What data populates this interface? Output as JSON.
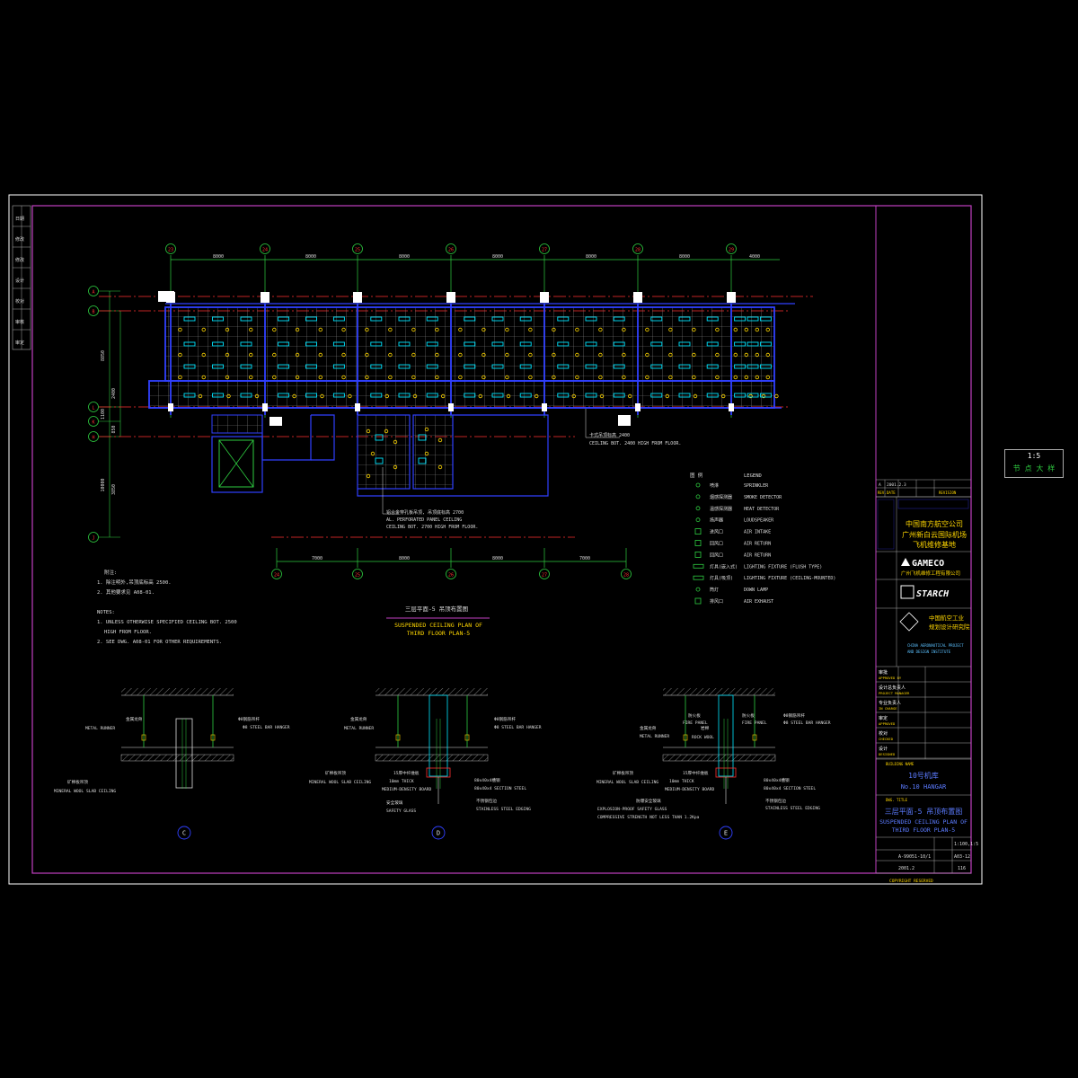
{
  "grid_top": [
    "23",
    "24",
    "25",
    "26",
    "27",
    "28",
    "29"
  ],
  "grid_top_dims": [
    "8000",
    "8000",
    "8000",
    "8000",
    "8000",
    "8000",
    "4000"
  ],
  "grid_bottom": [
    "24",
    "25",
    "26",
    "27",
    "28"
  ],
  "grid_bottom_dims": [
    "7000",
    "8000",
    "8000",
    "7000"
  ],
  "grid_left": [
    "A",
    "B",
    "L",
    "K",
    "H",
    "J"
  ],
  "left_dims": [
    "8850",
    "2400",
    "1100",
    "850",
    "10000",
    "3850"
  ],
  "callouts": {
    "ceiling_2400_cn": "卡式吊顶标高 2400",
    "ceiling_2400_en": "CEILING BOT. 2400 HIGH FROM FLOOR.",
    "perf_cn": "铝合金穿孔板吊顶, 吊顶底标高 2700",
    "perf_en1": "AL. PERFORATED PANEL CEILING",
    "perf_en2": "CEILING BOT. 2700 HIGH FROM FLOOR."
  },
  "legend": {
    "header": [
      "图 例",
      "LEGEND"
    ],
    "items": [
      {
        "cn": "喷淋",
        "en": "SPRINKLER"
      },
      {
        "cn": "烟感探测器",
        "en": "SMOKE DETECTOR"
      },
      {
        "cn": "温感探测器",
        "en": "HEAT DETECTOR"
      },
      {
        "cn": "扬声器",
        "en": "LOUDSPEAKER"
      },
      {
        "cn": "进风口",
        "en": "AIR INTAKE"
      },
      {
        "cn": "回风口",
        "en": "AIR RETURN"
      },
      {
        "cn": "回风口",
        "en": "AIR RETURN"
      },
      {
        "cn": "灯具(嵌入式)",
        "en": "LIGHTING FIXTURE (FLUSH TYPE)"
      },
      {
        "cn": "灯具(吸顶)",
        "en": "LIGHTING FIXTURE (CEILING-MOUNTED)"
      },
      {
        "cn": "筒灯",
        "en": "DOWN LAMP"
      },
      {
        "cn": "排风口",
        "en": "AIR EXHAUST"
      }
    ]
  },
  "notes": {
    "cn_title": "附注:",
    "cn1": "1. 除注明外,吊顶底标高 2500.",
    "cn2": "2. 其他要求见 A08-01.",
    "en_title": "NOTES:",
    "en1": "1. UNLESS OTHERWISE SPECIFIED CEILING BOT. 2500",
    "en1b": "HIGH FROM FLOOR.",
    "en2": "2. SEE DWG. A08-01 FOR OTHER REQUIREMENTS."
  },
  "plan_title": {
    "cn": "三层平面-5 吊顶布置图",
    "en1": "SUSPENDED CEILING PLAN OF",
    "en2": "THIRD FLOOR PLAN-5"
  },
  "details": [
    {
      "id": "C",
      "labels": [
        "金属龙骨",
        "METAL RUNNER",
        "Φ8钢筋吊杆",
        "Φ8 STEEL BAR HANGER",
        "矿棉板吊顶",
        "MINERAL WOOL SLAB CEILING"
      ]
    },
    {
      "id": "D",
      "labels": [
        "金属龙骨",
        "METAL RUNNER",
        "Φ8钢筋吊杆",
        "Φ8 STEEL BAR HANGER",
        "矿棉板吊顶",
        "MINERAL WOOL SLAB CEILING",
        "15厚中纤维板",
        "10mm THICK",
        "MEDIUM-DENSITY BOARD",
        "安全玻璃",
        "SAFETY GLASS",
        "80x40x4槽钢",
        "80x40x4 SECTION STEEL",
        "不锈钢包边",
        "STAINLESS STEEL EDGING"
      ]
    },
    {
      "id": "E",
      "labels": [
        "防火板",
        "FIRE PANEL",
        "防火板",
        "FIRE PANEL",
        "金属龙骨",
        "METAL RUNNER",
        "岩棉",
        "ROCK WOOL",
        "Φ8钢筋吊杆",
        "Φ8 STEEL BAR HANGER",
        "矿棉板吊顶",
        "MINERAL WOOL SLAB CEILING",
        "15厚中纤维板",
        "10mm THICK",
        "MEDIUM-DENSITY BOARD",
        "80x40x4槽钢",
        "80x40x4 SECTION STEEL",
        "防爆安全玻璃",
        "EXPLOSION-PROOF SAFETY GLASS",
        "COMPRESSIVE STRENGTH NOT LESS THAN 1.2Kpa",
        "不锈钢包边",
        "STAINLESS STEEL EDGING"
      ]
    }
  ],
  "title_block": {
    "rev_row": [
      "A",
      "2001.2.3",
      "",
      "",
      "",
      "REV.",
      "DATE",
      "",
      "",
      "REVISION"
    ],
    "project_cn1": "中国南方航空公司",
    "project_cn2": "广州新白云国际机场",
    "project_cn3": "飞机维修基地",
    "client_logo": "GAMECO",
    "client_cn": "广州飞机维修工程有限公司",
    "designer_logo": "STARCH",
    "institute_cn1": "中国航空工业",
    "institute_cn2": "规划设计研究院",
    "institute_en1": "CHINA AERONAUTICAL PROJECT",
    "institute_en2": "AND DESIGN INSTITUTE",
    "sign_rows": [
      {
        "cn": "审批",
        "en": "APPROVED BY"
      },
      {
        "cn": "设计总负责人",
        "en": "PROJECT MANAGER"
      },
      {
        "cn": "专业负责人",
        "en": "IN CHARGE"
      },
      {
        "cn": "审定",
        "en": "APPROVED"
      },
      {
        "cn": "校对",
        "en": "CHECKED"
      },
      {
        "cn": "设计",
        "en": "DESIGNED"
      }
    ],
    "building_name_label": "BUILDING NAME",
    "building_name_cn": "10号机库",
    "building_name_en": "No.10 HANGAR",
    "dwg_title_label": "DWG. TITLE",
    "dwg_title_cn": "三层平面-5 吊顶布置图",
    "dwg_title_en1": "SUSPENDED CEILING PLAN OF",
    "dwg_title_en2": "THIRD FLOOR PLAN-5",
    "scale": "1:100,1:5",
    "dwg_no": "A-99051-10/1",
    "sheet": "A03-12",
    "date": "2001.2",
    "sheets": "116",
    "copyright": "COPYRIGHT RESERVED"
  },
  "scale_box": {
    "top": "1:5",
    "bottom": "节 点 大 样"
  },
  "left_strip": [
    "日期",
    "修改",
    "修改",
    "设计",
    "校对",
    "审核",
    "审定"
  ]
}
